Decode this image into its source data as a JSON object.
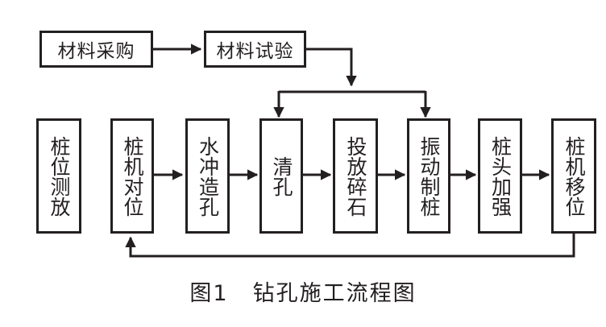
{
  "top_row": {
    "procurement": "材料采购",
    "testing": "材料试验"
  },
  "steps": {
    "pile_survey": "桩位测放",
    "rig_positioning": "桩机对位",
    "water_jet_hole": "水冲造孔",
    "hole_cleaning": "清孔",
    "gravel_feeding": "投放碎石",
    "vibro_pile": "振动制桩",
    "pile_head_reinforcement": "桩头加强",
    "rig_relocation": "桩机移位"
  },
  "caption": {
    "figure_no": "图1",
    "title": "钻孔施工流程图"
  },
  "colors": {
    "ink": "#231f20",
    "background": "#ffffff"
  }
}
